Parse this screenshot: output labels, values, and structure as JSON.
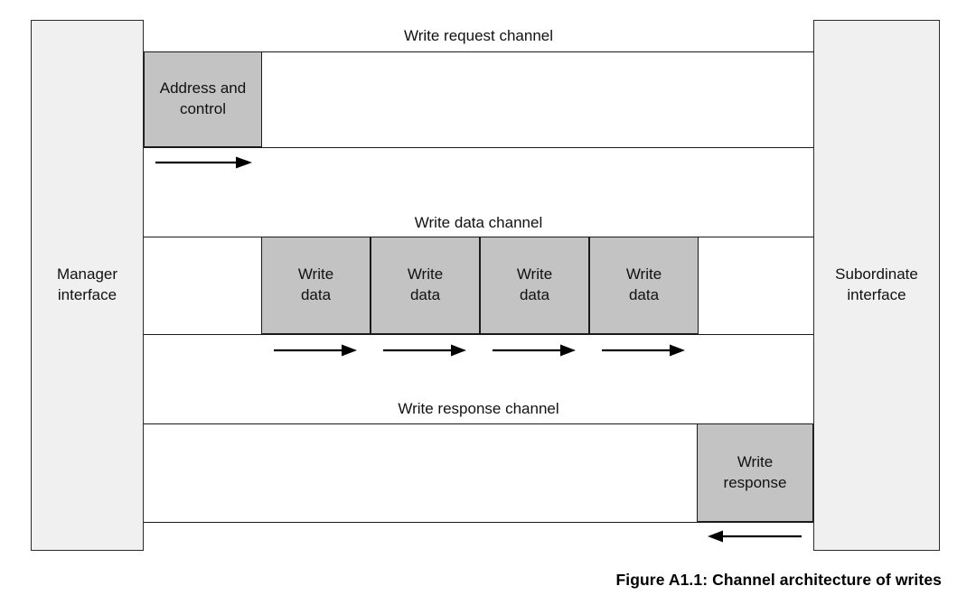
{
  "figure": {
    "caption": "Figure A1.1: Channel architecture of writes",
    "colors": {
      "interface_fill": "#f0f0f0",
      "payload_fill": "#c3c3c3",
      "line": "#1a1a1a",
      "text": "#111111",
      "background": "#ffffff"
    }
  },
  "endpoints": {
    "manager": {
      "line1": "Manager",
      "line2": "interface"
    },
    "subordinate": {
      "line1": "Subordinate",
      "line2": "interface"
    }
  },
  "channels": [
    {
      "id": "write-request",
      "label": "Write request channel",
      "direction": "manager-to-subordinate",
      "payloads": [
        {
          "line1": "Address and",
          "line2": "control"
        }
      ],
      "arrow_count": 1
    },
    {
      "id": "write-data",
      "label": "Write data channel",
      "direction": "manager-to-subordinate",
      "payloads": [
        {
          "line1": "Write",
          "line2": "data"
        },
        {
          "line1": "Write",
          "line2": "data"
        },
        {
          "line1": "Write",
          "line2": "data"
        },
        {
          "line1": "Write",
          "line2": "data"
        }
      ],
      "arrow_count": 4
    },
    {
      "id": "write-response",
      "label": "Write response channel",
      "direction": "subordinate-to-manager",
      "payloads": [
        {
          "line1": "Write",
          "line2": "response"
        }
      ],
      "arrow_count": 1
    }
  ]
}
